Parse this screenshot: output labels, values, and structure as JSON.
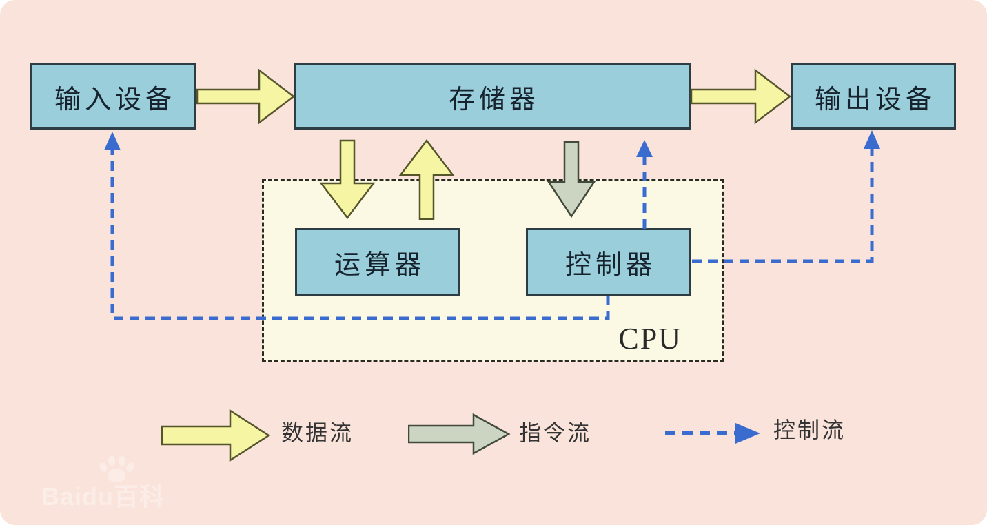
{
  "nodes": {
    "input": {
      "label": "输入设备"
    },
    "memory": {
      "label": "存储器"
    },
    "output": {
      "label": "输出设备"
    },
    "alu": {
      "label": "运算器"
    },
    "control": {
      "label": "控制器"
    },
    "cpu": {
      "label": "CPU"
    }
  },
  "edges": [
    {
      "from": "input",
      "to": "memory",
      "type": "data-flow"
    },
    {
      "from": "memory",
      "to": "output",
      "type": "data-flow"
    },
    {
      "from": "memory",
      "to": "alu",
      "type": "data-flow"
    },
    {
      "from": "alu",
      "to": "memory",
      "type": "data-flow"
    },
    {
      "from": "memory",
      "to": "control",
      "type": "instruction-flow"
    },
    {
      "from": "control",
      "to": "memory",
      "type": "control-flow"
    },
    {
      "from": "control",
      "to": "input",
      "type": "control-flow"
    },
    {
      "from": "control",
      "to": "output",
      "type": "control-flow"
    }
  ],
  "legend": {
    "data_flow": {
      "label": "数据流",
      "icon": "block-arrow-yellow"
    },
    "instruction_flow": {
      "label": "指令流",
      "icon": "block-arrow-green"
    },
    "control_flow": {
      "label": "控制流",
      "icon": "dashed-arrow-blue"
    }
  },
  "watermark": {
    "text": "Baidu百科",
    "icon": "baidu-paw"
  },
  "colors": {
    "background": "#f9e3da",
    "node_fill": "#9bcedb",
    "node_border": "#2e3d44",
    "cpu_fill": "#fbf9e4",
    "cpu_border": "#2b2b22",
    "data_flow": "#f5f5a3",
    "instruction_flow": "#ccd5c2",
    "control_flow": "#3a6cd0"
  }
}
